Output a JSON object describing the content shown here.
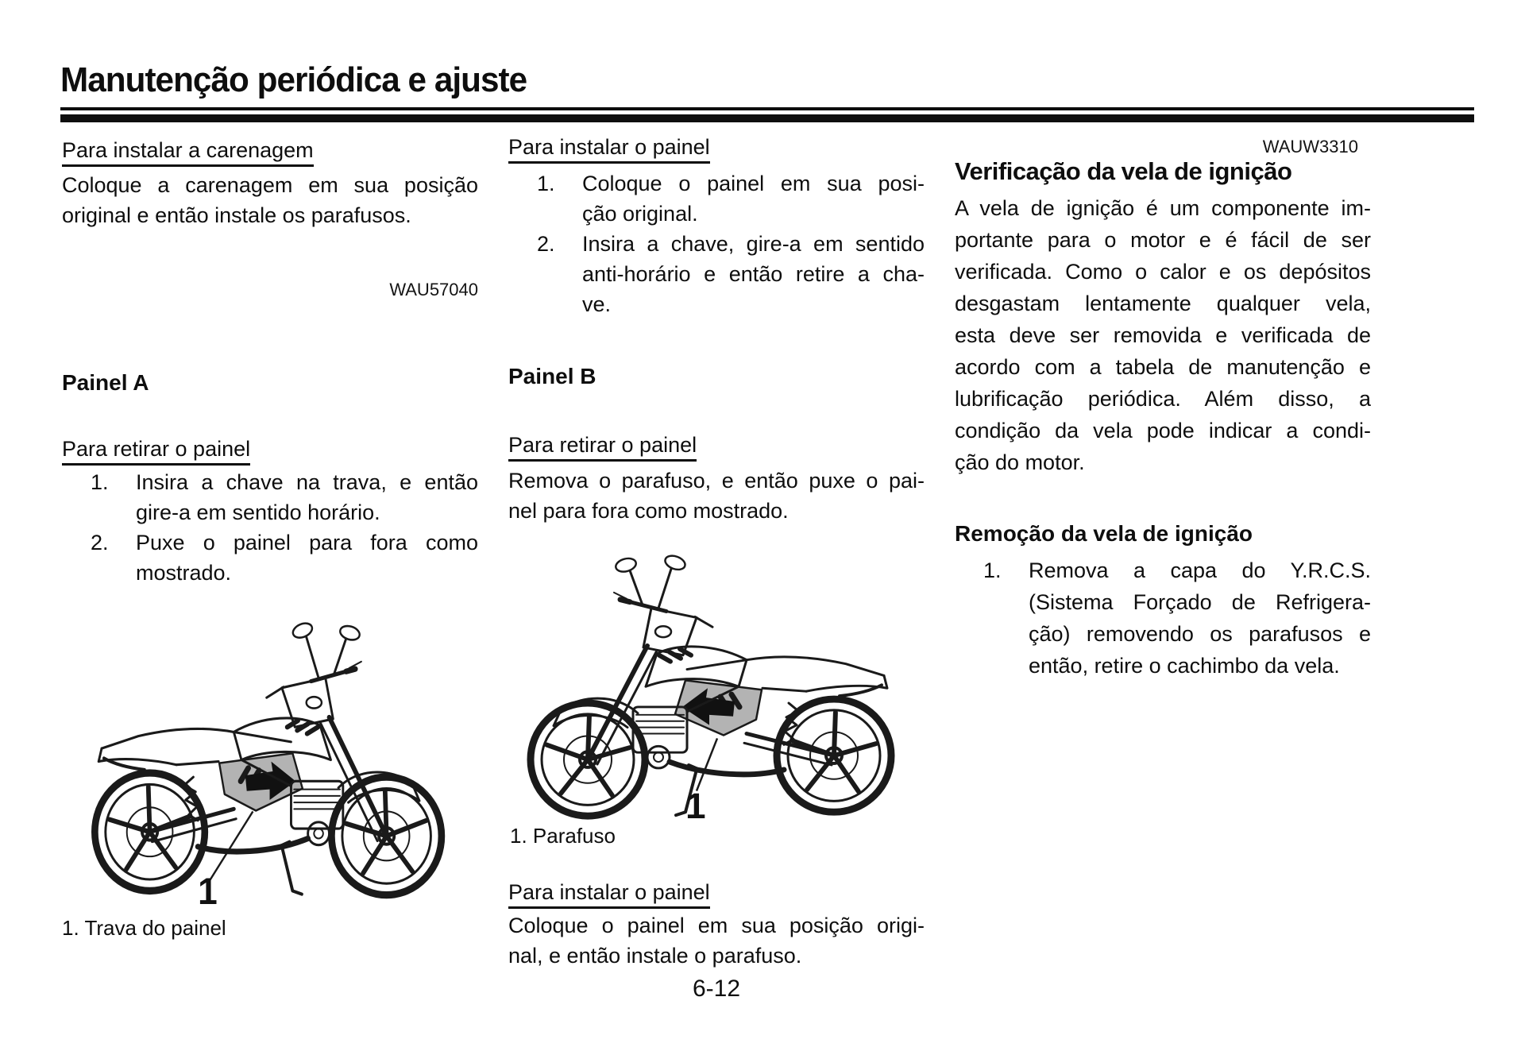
{
  "header": {
    "title": "Manutenção periódica e ajuste"
  },
  "left": {
    "install_fairing_heading": "Para instalar a carenagem",
    "install_fairing_lines": [
      "Coloque a carenagem em sua posição",
      "original e então instale os parafusos."
    ],
    "ref_code": "WAU57040",
    "panel_heading": "Painel A",
    "remove_heading": "Para retirar o painel",
    "steps": [
      {
        "num": "1.",
        "lines": [
          "Insira a chave na trava, e então",
          "gire-a em sentido horário."
        ]
      },
      {
        "num": "2.",
        "lines": [
          "Puxe o painel para fora como",
          "mostrado."
        ]
      }
    ],
    "figure_label": "1",
    "caption": "1. Trava do painel"
  },
  "middle": {
    "install_heading_top": "Para instalar o painel",
    "install_steps": [
      {
        "num": "1.",
        "lines": [
          "Coloque o painel em sua posi-",
          "ção original."
        ]
      },
      {
        "num": "2.",
        "lines": [
          "Insira a chave, gire-a em sentido",
          "anti-horário e então retire a cha-",
          "ve."
        ]
      }
    ],
    "panel_heading": "Painel B",
    "remove_heading": "Para retirar o painel",
    "remove_lines": [
      "Remova o parafuso, e então puxe o pai-",
      "nel para fora como mostrado."
    ],
    "figure_label": "1",
    "caption": "1. Parafuso",
    "install_heading_bottom": "Para instalar o painel",
    "install_bottom_lines": [
      "Coloque o painel em sua posição origi-",
      "nal, e então instale o parafuso."
    ],
    "page_number": "6-12"
  },
  "right": {
    "ref_code": "WAUW3310",
    "section_heading": "Verificação da vela de ignição",
    "paragraph_lines": [
      "A vela de ignição é um componente im-",
      "portante para o motor e é fácil de ser",
      "verificada. Como o calor e os depósitos",
      "desgastam lentamente qualquer vela,",
      "esta deve ser removida e verificada de",
      "acordo com a tabela de manutenção e",
      "lubrificação periódica. Além disso, a",
      "condição da vela pode indicar a condi-",
      "ção do motor."
    ],
    "subsection_heading": "Remoção da vela de ignição",
    "steps": [
      {
        "num": "1.",
        "lines": [
          "Remova a capa do Y.R.C.S.",
          "(Sistema Forçado de Refrigera-",
          "ção) removendo os parafusos e",
          "então, retire o cachimbo da vela."
        ]
      }
    ]
  }
}
